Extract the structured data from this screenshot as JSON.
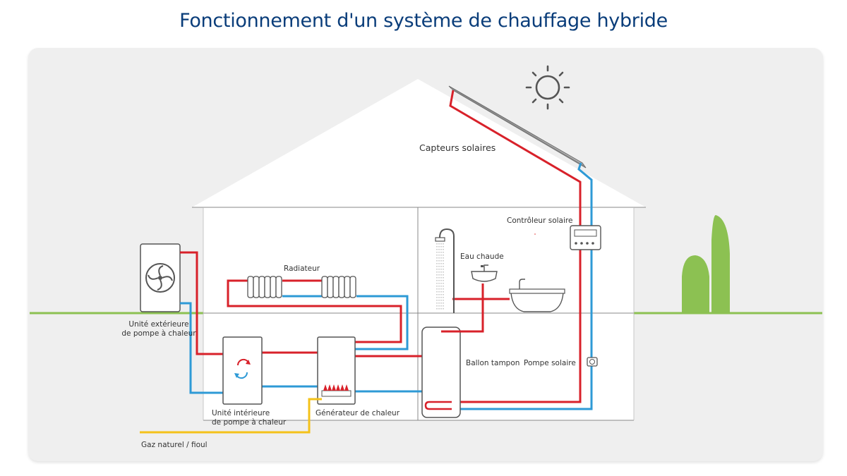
{
  "title": "Fonctionnement d'un système de chauffage hybride",
  "labels": {
    "solar_collectors": "Capteurs solaires",
    "solar_controller": "Contrôleur solaire",
    "radiator": "Radiateur",
    "hot_water": "Eau chaude",
    "outdoor_unit_line1": "Unité extérieure",
    "outdoor_unit_line2": "de pompe à chaleur",
    "buffer_tank": "Ballon tampon",
    "solar_pump": "Pompe solaire",
    "indoor_unit_line1": "Unité intérieure",
    "indoor_unit_line2": "de pompe à chaleur",
    "heat_generator": "Générateur de chaleur",
    "gas_fuel": "Gaz naturel / fioul"
  },
  "colors": {
    "hot_pipe": "#d8212a",
    "cold_pipe": "#2e9ad6",
    "gas_pipe": "#f4c21a",
    "ground": "#8cc152",
    "tree": "#8cc152",
    "title": "#0a3d7a",
    "outline": "#555555"
  }
}
